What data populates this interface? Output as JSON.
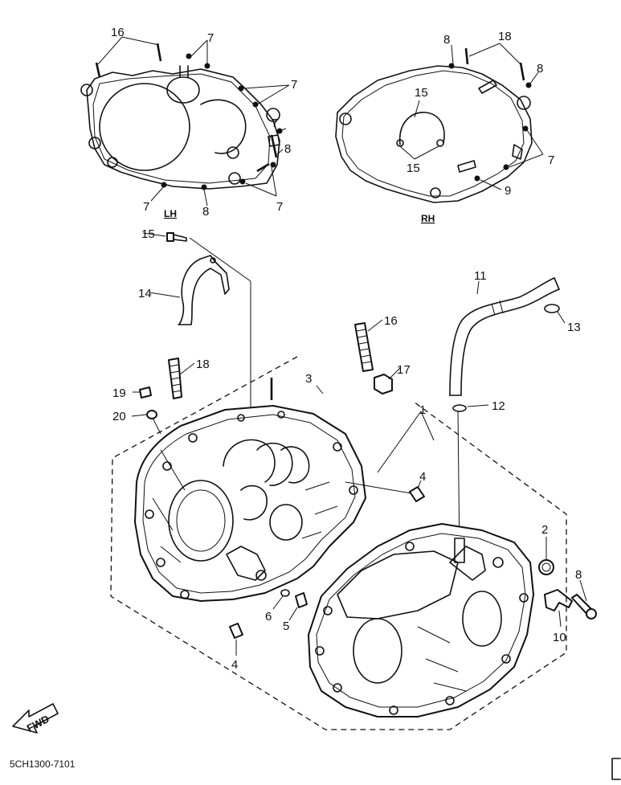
{
  "diagram": {
    "part_code": "5CH1300-7101",
    "side_labels": {
      "left": "LH",
      "right": "RH"
    },
    "direction_label": "FWD",
    "callouts": {
      "c16a": "16",
      "c7a": "7",
      "c7b": "7",
      "c8a": "8",
      "c7c": "7",
      "c8b": "8",
      "c7d": "7",
      "c8c": "8",
      "c18a": "18",
      "c8d": "8",
      "c15a": "15",
      "c15b": "15",
      "c7e": "7",
      "c9": "9",
      "c15c": "15",
      "c14": "14",
      "c11": "11",
      "c13": "13",
      "c16b": "16",
      "c18b": "18",
      "c17": "17",
      "c3": "3",
      "c19": "19",
      "c20": "20",
      "c1": "1",
      "c12": "12",
      "c4a": "4",
      "c2": "2",
      "c8e": "8",
      "c6": "6",
      "c5": "5",
      "c10": "10",
      "c4b": "4"
    }
  }
}
